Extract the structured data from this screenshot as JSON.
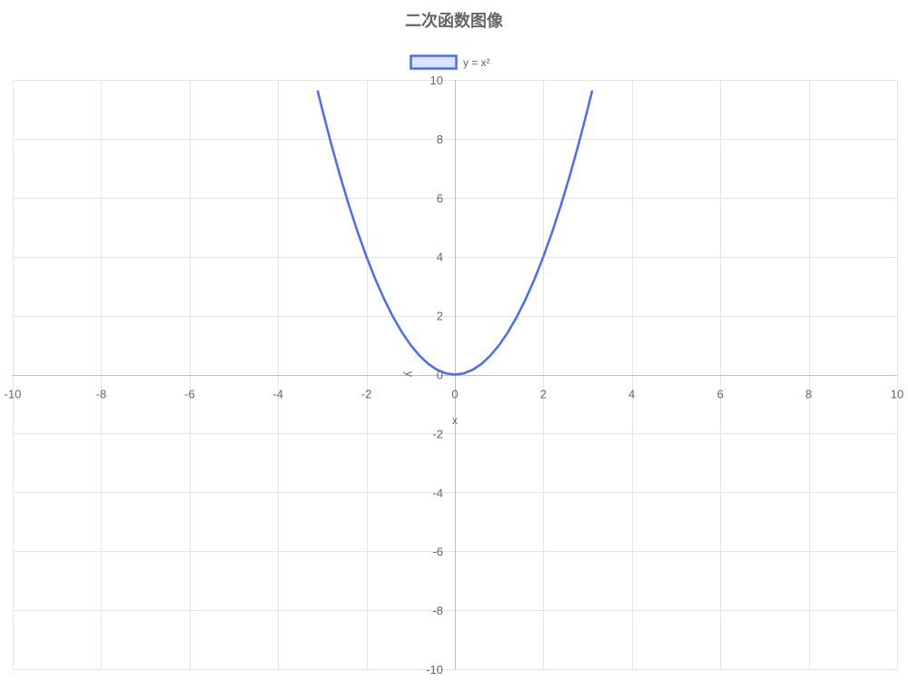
{
  "chart_data": {
    "type": "line",
    "title": "二次函数图像",
    "xlabel": "x",
    "ylabel": "y",
    "xlim": [
      -10,
      10
    ],
    "ylim": [
      -10,
      10
    ],
    "x_ticks": [
      -10,
      -8,
      -6,
      -4,
      -2,
      0,
      2,
      4,
      6,
      8,
      10
    ],
    "y_ticks": [
      -10,
      -8,
      -6,
      -4,
      -2,
      0,
      2,
      4,
      6,
      8,
      10
    ],
    "grid": true,
    "legend_position": "top-center",
    "series": [
      {
        "name": "y = x²",
        "color": "#4a6cf7",
        "fill_color": "#dbe3ff",
        "x": [
          -3.1,
          -3.0,
          -2.8,
          -2.6,
          -2.4,
          -2.2,
          -2.0,
          -1.8,
          -1.6,
          -1.4,
          -1.2,
          -1.0,
          -0.8,
          -0.6,
          -0.4,
          -0.2,
          0.0,
          0.2,
          0.4,
          0.6,
          0.8,
          1.0,
          1.2,
          1.4,
          1.6,
          1.8,
          2.0,
          2.2,
          2.4,
          2.6,
          2.8,
          3.0,
          3.1
        ],
        "y": [
          9.61,
          9.0,
          7.84,
          6.76,
          5.76,
          4.84,
          4.0,
          3.24,
          2.56,
          1.96,
          1.44,
          1.0,
          0.64,
          0.36,
          0.16,
          0.04,
          0.0,
          0.04,
          0.16,
          0.36,
          0.64,
          1.0,
          1.44,
          1.96,
          2.56,
          3.24,
          4.0,
          4.84,
          5.76,
          6.76,
          7.84,
          9.0,
          9.61
        ]
      }
    ]
  }
}
